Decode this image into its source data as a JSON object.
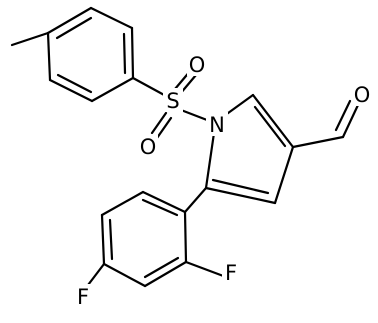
{
  "molecule": {
    "atoms": {
      "N1": "N",
      "S1": "S",
      "O1": "O",
      "O2": "O",
      "O3": "O",
      "F1": "F",
      "F2": "F"
    }
  }
}
